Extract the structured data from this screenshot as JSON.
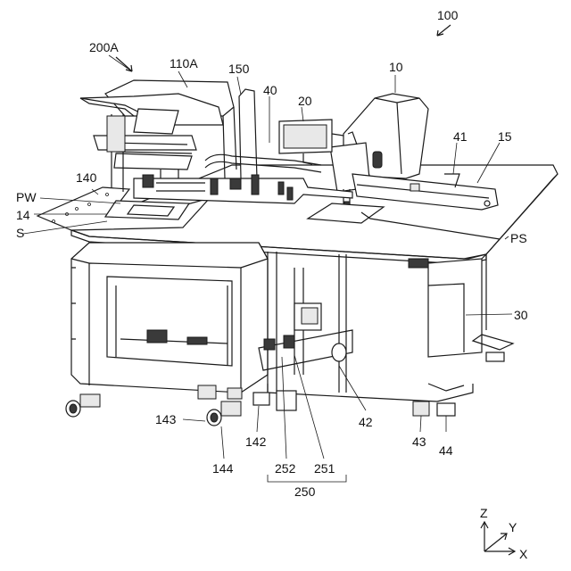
{
  "labels": {
    "l100": "100",
    "l200A": "200A",
    "l110A": "110A",
    "l150": "150",
    "l40": "40",
    "l20": "20",
    "l10": "10",
    "l41": "41",
    "l15": "15",
    "l140": "140",
    "lPW": "PW",
    "l14": "14",
    "lS": "S",
    "lPS": "PS",
    "l30": "30",
    "l42": "42",
    "l43": "43",
    "l44": "44",
    "l143": "143",
    "l142": "142",
    "l144": "144",
    "l252": "252",
    "l251": "251",
    "l250": "250"
  },
  "axes": {
    "z": "Z",
    "y": "Y",
    "x": "X"
  }
}
